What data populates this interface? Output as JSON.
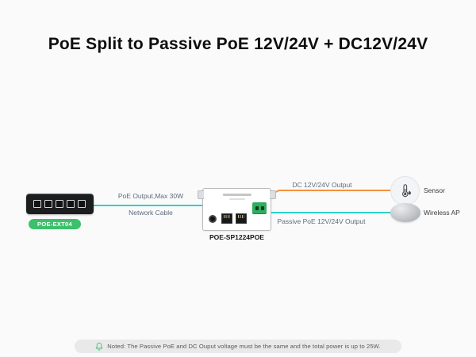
{
  "page": {
    "title": "PoE Split to Passive PoE 12V/24V + DC12V/24V"
  },
  "switch": {
    "model": "POE-EXT04",
    "badge_color": "#3cc06c"
  },
  "splitter": {
    "model": "POE-SP1224POE"
  },
  "connections": {
    "uplink": {
      "label_top": "PoE Output,Max 30W",
      "label_bottom": "Network Cable",
      "color": "#2bd3c5"
    },
    "dc_output": {
      "label": "DC 12V/24V Output",
      "color": "#f5913e"
    },
    "passive_output": {
      "label": "Passive PoE 12V/24V Output",
      "color": "#2bd3c5"
    }
  },
  "endpoints": {
    "sensor": {
      "label": "Sensor"
    },
    "wireless_ap": {
      "label": "Wireless AP"
    }
  },
  "note": {
    "text": "Noted: The Passive PoE and DC Ouput voltage must be the same and the total power is up to 25W.",
    "icon_color": "#3cc06c"
  }
}
